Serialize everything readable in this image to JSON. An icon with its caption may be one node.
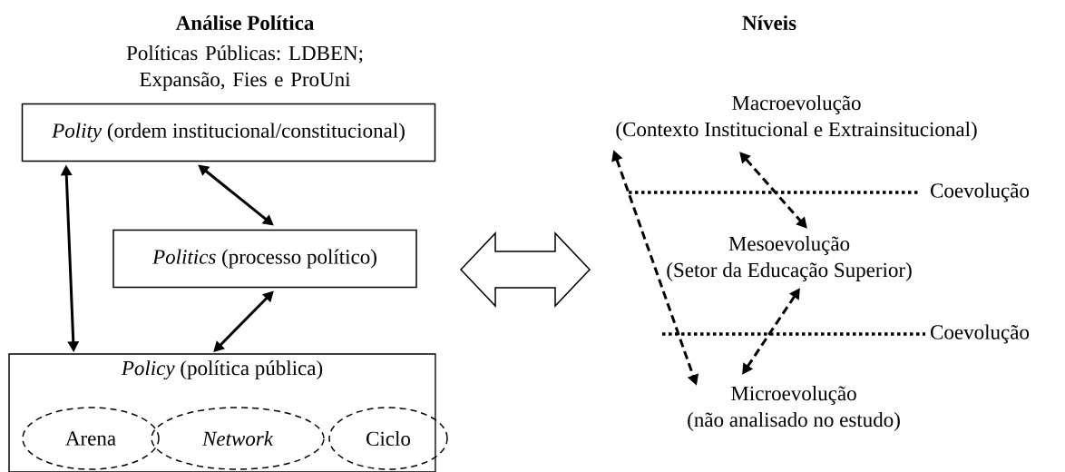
{
  "diagram": {
    "nodes": [
      {
        "text": [
          "*Polity* (ordem institucional/constitucional)"
        ]
      },
      {
        "text": [
          "*Politics* (processo político)"
        ]
      },
      {
        "text": [
          "*Policy* (política pública)"
        ]
      },
      {
        "text": [
          "Arena"
        ],
        "in": 2
      },
      {
        "text": [
          "Network"
        ],
        "in": 2
      },
      {
        "text": [
          "Ciclo"
        ],
        "in": 2
      },
      {
        "text": [
          "Macroevolução",
          "(Contexto Institucional e Extrainsitucional)"
        ]
      },
      {
        "text": [
          "Mesoevolução",
          "(Setor da Educação Superior)"
        ]
      },
      {
        "text": [
          "Microevolução",
          "(não analisado no estudo)"
        ]
      }
    ],
    "edges": [
      {
        "from": 0,
        "to": 2,
        "arrow": "both"
      },
      {
        "from": 0,
        "to": 1,
        "arrow": "both"
      },
      {
        "from": 1,
        "to": 2,
        "arrow": "both"
      },
      {
        "from": 6,
        "to": 8,
        "arrow": "both",
        "style": "dashed"
      },
      {
        "from": 6,
        "to": 7,
        "arrow": "both",
        "style": "dashed"
      },
      {
        "from": 7,
        "to": 8,
        "arrow": "both",
        "style": "dashed"
      }
    ],
    "labels": [
      "Análise Política",
      "Níveis",
      "Políticas Públicas: LDBEN; Expansão, Fies e ProUni",
      "Coevolução",
      "Coevolução"
    ]
  }
}
